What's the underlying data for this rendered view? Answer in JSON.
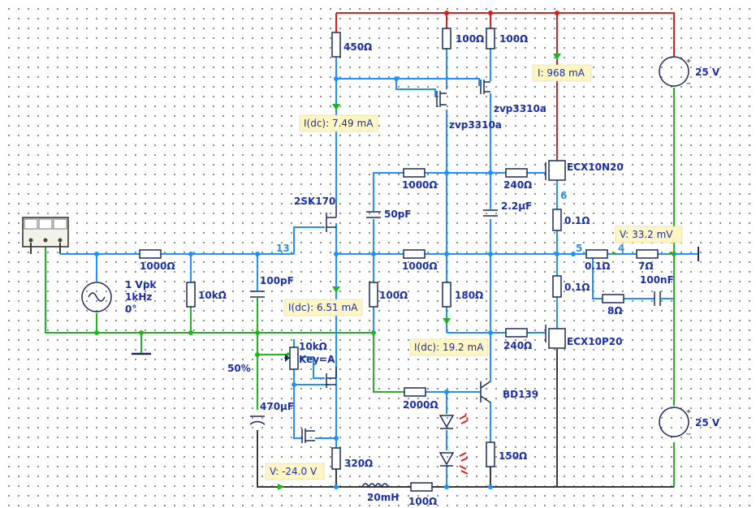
{
  "colors": {
    "wire_blue": "#1e90ff",
    "wire_red": "#e01b1b",
    "wire_green": "#1fb51f",
    "wire_ground": "#3a3a3a",
    "label": "#1a2fa8",
    "node_label": "#2f8fd8",
    "probe_bg": "#fff6c4"
  },
  "icons": {
    "function_generator": "function-generator-icon",
    "voltage_source": "dc-source-icon",
    "ac_source": "ac-source-icon",
    "ground": "ground-icon",
    "led": "led-icon"
  },
  "components": {
    "r_450": "450Ω",
    "r_100_a": "100Ω",
    "r_100_b": "100Ω",
    "q_zvp_a": "zvp3310a",
    "q_zvp_b": "zvp3310a",
    "q_2sk170": "2SK170",
    "r_1000_in": "1000Ω",
    "r_10k": "10kΩ",
    "c_100p": "100pF",
    "c_50p": "50pF",
    "r_1000_mid": "1000Ω",
    "r_1000_fb": "1000Ω",
    "r_240_a": "240Ω",
    "r_240_b": "240Ω",
    "c_2u2": "2.2µF",
    "q_ecx_n": "ECX10N20",
    "q_ecx_p": "ECX10P20",
    "r_01_a": "0.1Ω",
    "r_01_b": "0.1Ω",
    "r_01_c": "0.1Ω",
    "r_7": "7Ω",
    "r_8": "8Ω",
    "c_100n": "100nF",
    "r_100_mid": "100Ω",
    "r_180": "180Ω",
    "pot": "10kΩ",
    "pot_key": "Key=A",
    "pot_pct": "50%",
    "c_470u": "470µF",
    "r_2000": "2000Ω",
    "q_bd139": "BD139",
    "r_320": "320Ω",
    "r_150": "150Ω",
    "l_20m": "20mH",
    "r_100_bot": "100Ω",
    "src_amp": "1 Vpk",
    "src_freq": "1kHz",
    "src_phase": "0°",
    "vcc_top": "25 V",
    "vcc_bot": "25 V"
  },
  "nodes": {
    "n13": "13",
    "n6": "6",
    "n5": "5",
    "n4": "4"
  },
  "probes": {
    "p1": "I(dc): 7.49 mA",
    "p2": "I: 968 mA",
    "p3": "I(dc): 6.51 mA",
    "p4": "I(dc): 19.2 mA",
    "p5": "V: 33.2 mV",
    "p6": "V: -24.0 V"
  }
}
